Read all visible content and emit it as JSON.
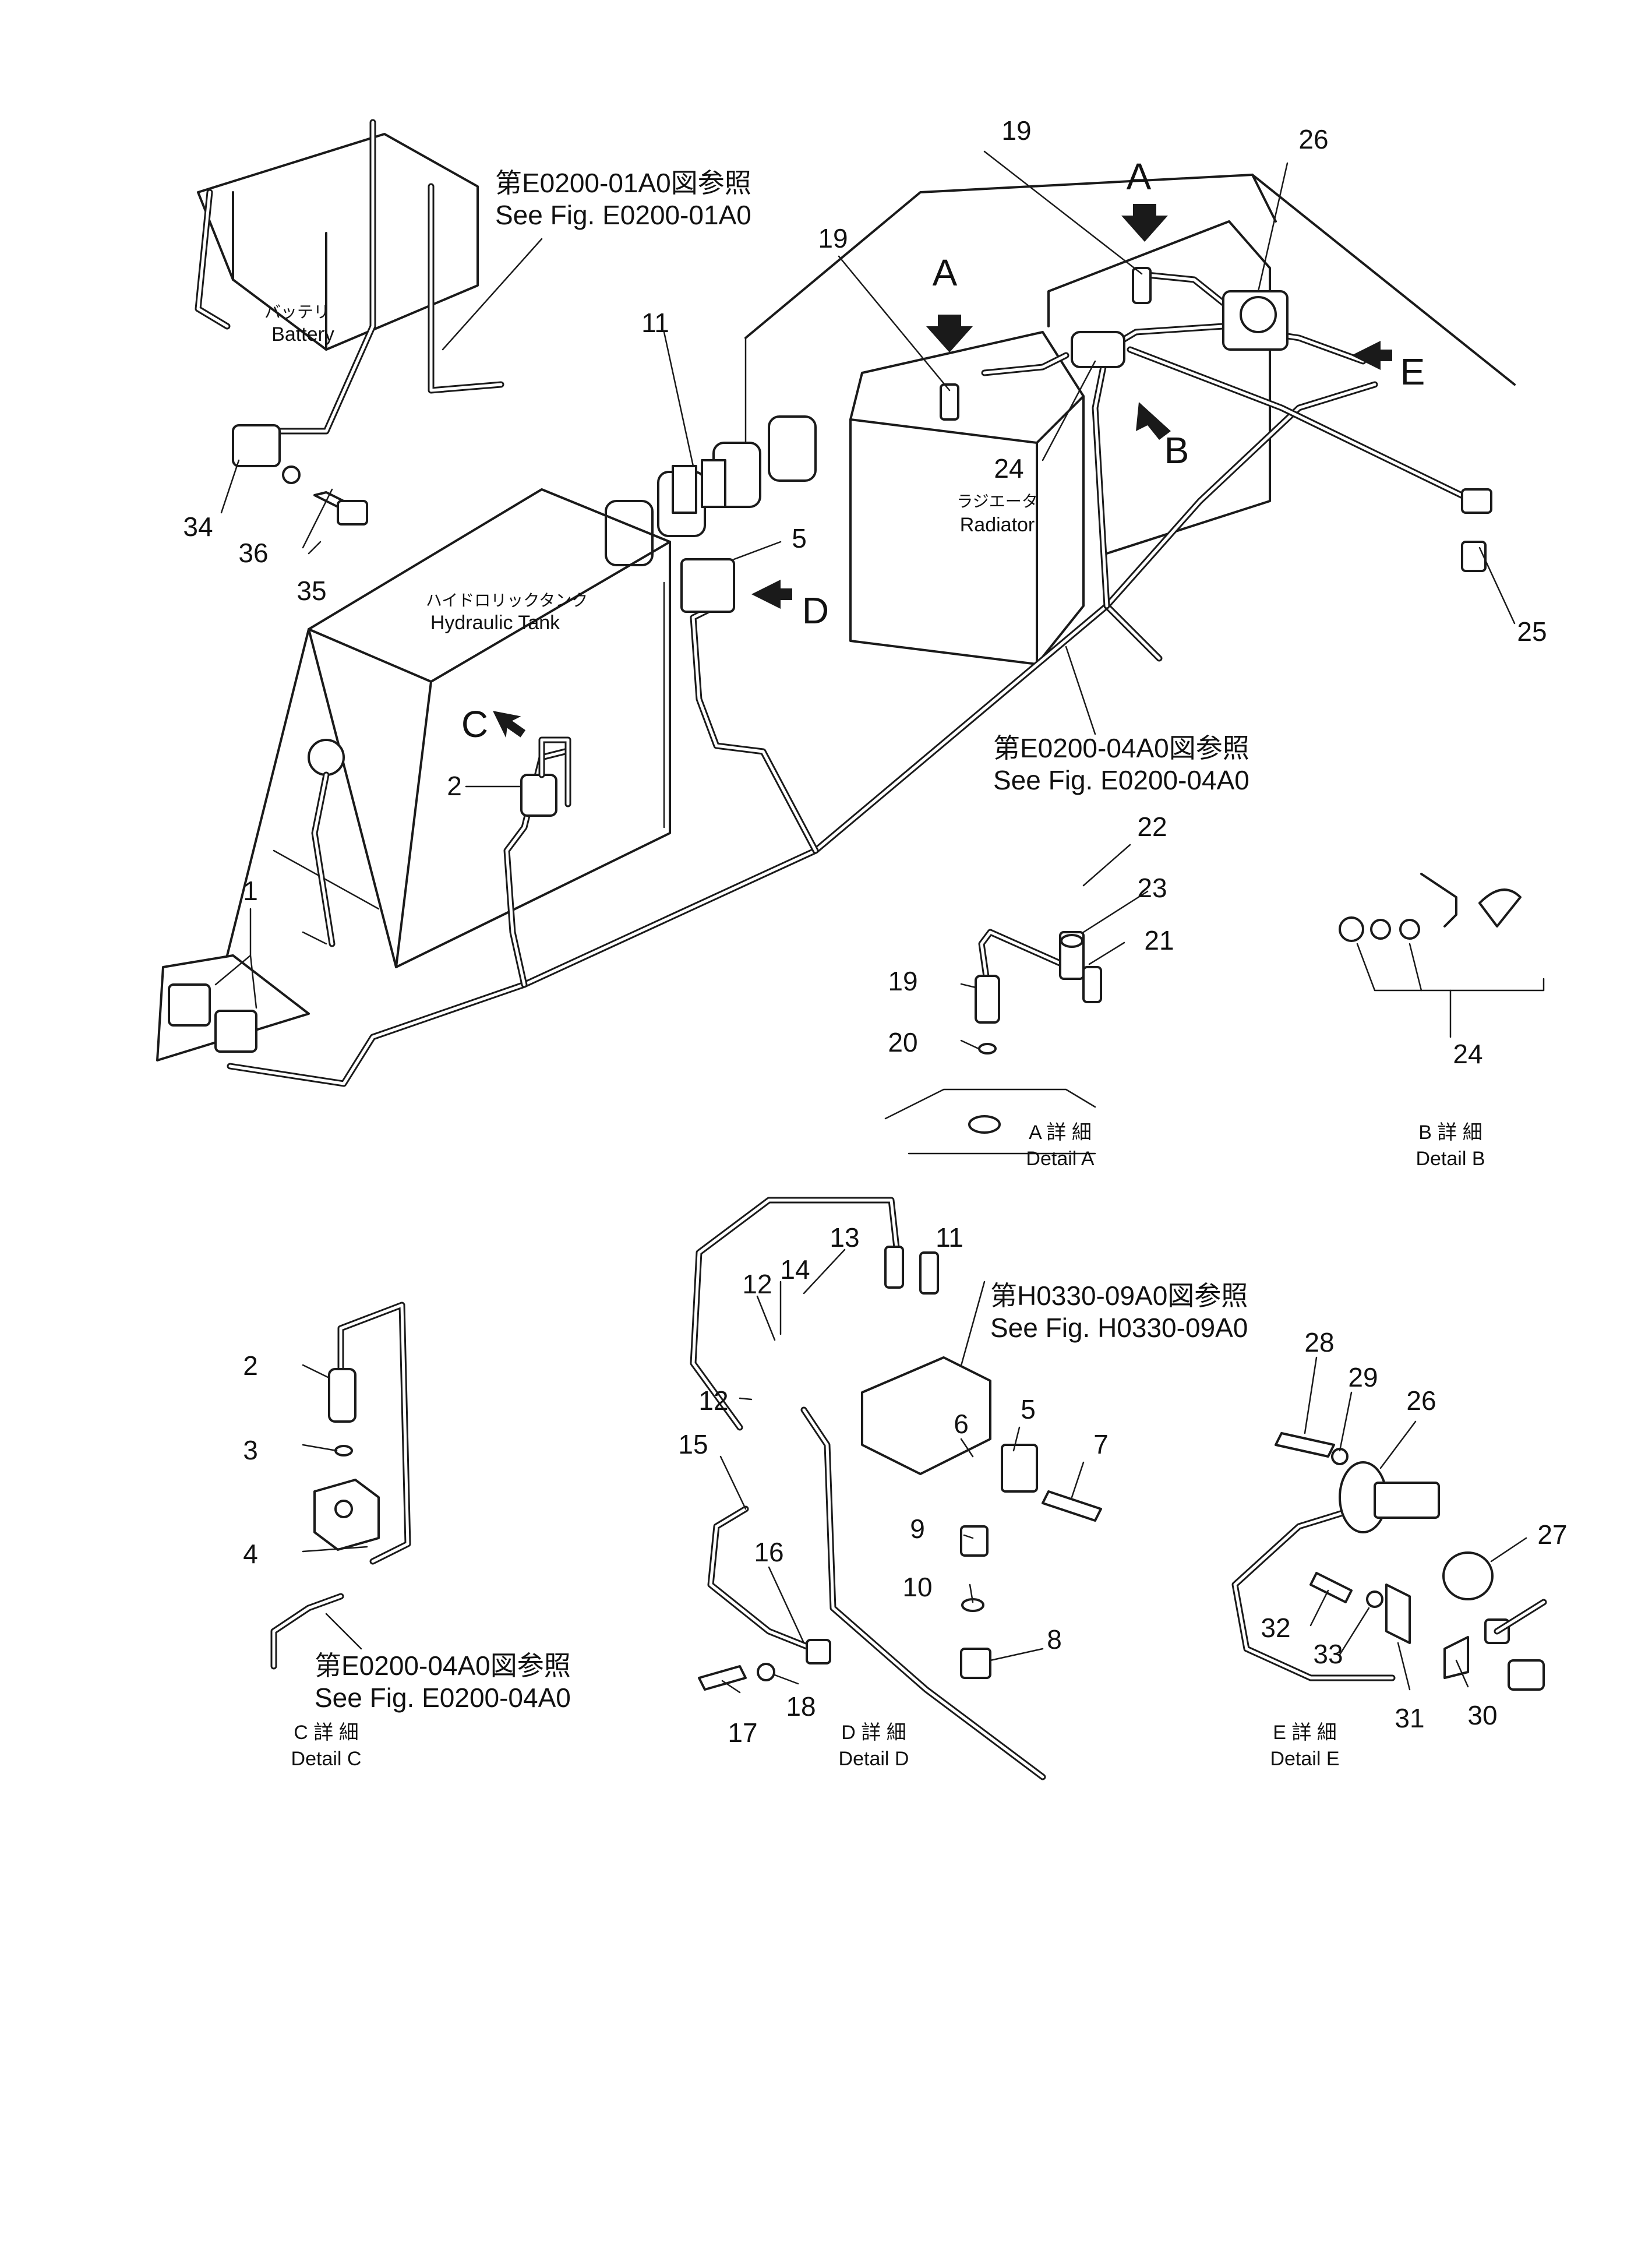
{
  "callouts": {
    "c1": "1",
    "c2": "2",
    "c3": "3",
    "c4": "4",
    "c5": "5",
    "c6": "6",
    "c7": "7",
    "c8": "8",
    "c9": "9",
    "c10": "10",
    "c11": "11",
    "c12": "12",
    "c13": "13",
    "c14": "14",
    "c15": "15",
    "c16": "16",
    "c17": "17",
    "c18": "18",
    "c19": "19",
    "c20": "20",
    "c21": "21",
    "c22": "22",
    "c23": "23",
    "c24": "24",
    "c25": "25",
    "c26": "26",
    "c27": "27",
    "c28": "28",
    "c29": "29",
    "c30": "30",
    "c31": "31",
    "c32": "32",
    "c33": "33",
    "c34": "34",
    "c35": "35",
    "c36": "36"
  },
  "references": {
    "e0200_01a0_jp": "第E0200-01A0図参照",
    "e0200_01a0_en": "See  Fig. E0200-01A0",
    "e0200_04a0_jp": "第E0200-04A0図参照",
    "e0200_04a0_en": "See  Fig. E0200-04A0",
    "h0330_09a0_jp": "第H0330-09A0図参照",
    "h0330_09a0_en": "See  Fig. H0330-09A0"
  },
  "components": {
    "battery_jp": "バッテリ",
    "battery_en": "Battery",
    "hydraulic_tank_jp": "ハイドロリックタンク",
    "hydraulic_tank_en": "Hydraulic  Tank",
    "radiator_jp": "ラジエータ",
    "radiator_en": "Radiator"
  },
  "view_arrows": {
    "a": "A",
    "b": "B",
    "c": "C",
    "d": "D",
    "e": "E"
  },
  "details": {
    "a_jp": "A 詳 細",
    "a_en": "Detail  A",
    "b_jp": "B 詳 細",
    "b_en": "Detail  B",
    "c_jp": "C 詳 細",
    "c_en": "Detail  C",
    "d_jp": "D 詳 細",
    "d_en": "Detail  D",
    "e_jp": "E 詳 細",
    "e_en": "Detail  E"
  }
}
